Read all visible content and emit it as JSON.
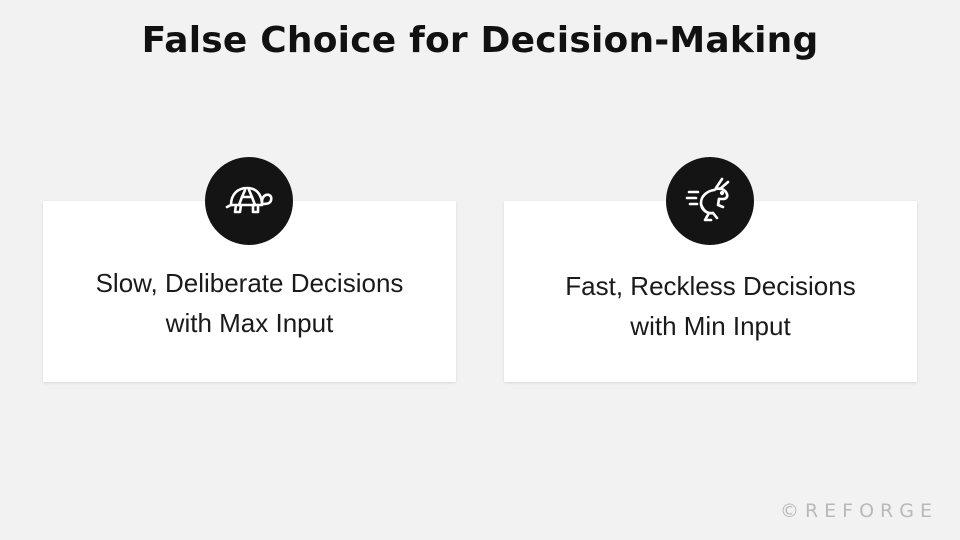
{
  "slide": {
    "title": "False Choice for Decision-Making"
  },
  "options": [
    {
      "icon": "turtle-icon",
      "line1": "Slow, Deliberate Decisions",
      "line2": "with Max Input"
    },
    {
      "icon": "rabbit-icon",
      "line1": "Fast, Reckless Decisions",
      "line2": "with Min Input"
    }
  ],
  "footer": {
    "watermark": "©REFORGE"
  },
  "colors": {
    "background": "#f2f2f2",
    "card": "#ffffff",
    "icon_circle": "#141414",
    "title_text": "#111111",
    "watermark": "#b9b9b9"
  }
}
